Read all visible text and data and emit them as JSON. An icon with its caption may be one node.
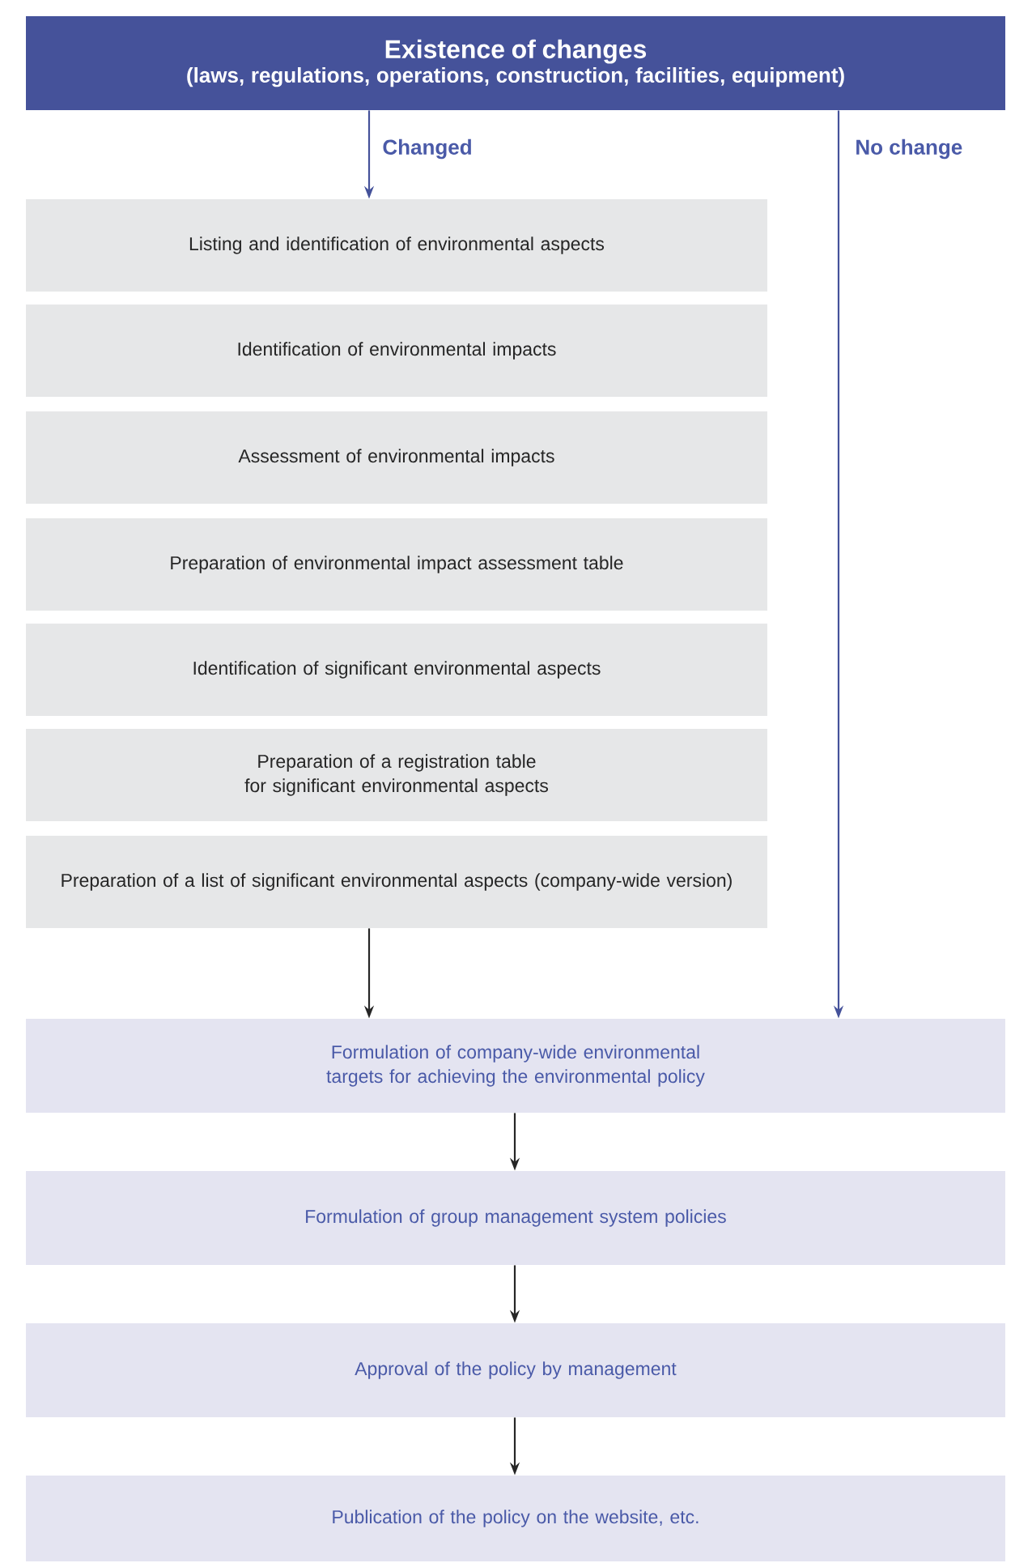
{
  "diagram": {
    "nodes": [
      {
        "text": [
          "Existence of changes",
          "(laws, regulations, operations, construction, facilities, equipment)"
        ]
      },
      {
        "text": [
          "Listing and identification of environmental aspects"
        ]
      },
      {
        "text": [
          "Identification of environmental impacts"
        ]
      },
      {
        "text": [
          "Assessment of environmental impacts"
        ]
      },
      {
        "text": [
          "Preparation of environmental impact assessment table"
        ]
      },
      {
        "text": [
          "Identification of significant environmental aspects"
        ]
      },
      {
        "text": [
          "Preparation of a registration table for significant environmental aspects"
        ]
      },
      {
        "text": [
          "Preparation of a list of significant environmental aspects (company-wide version)"
        ]
      },
      {
        "text": [
          "Formulation of company-wide environmental targets for achieving the environmental policy"
        ]
      },
      {
        "text": [
          "Formulation of group management system policies"
        ]
      },
      {
        "text": [
          "Approval of the policy by management"
        ]
      },
      {
        "text": [
          "Publication of the policy on the website, etc."
        ]
      }
    ],
    "edges": [
      {
        "from": 0,
        "to": 1,
        "arrow": "to",
        "label": "Changed",
        "color": "#45529a"
      },
      {
        "from": 0,
        "to": 8,
        "arrow": "to",
        "label": "No change",
        "color": "#45529a"
      },
      {
        "from": 7,
        "to": 8,
        "arrow": "to"
      },
      {
        "from": 8,
        "to": 9,
        "arrow": "to"
      },
      {
        "from": 9,
        "to": 10,
        "arrow": "to"
      },
      {
        "from": 10,
        "to": 11,
        "arrow": "to"
      }
    ]
  }
}
